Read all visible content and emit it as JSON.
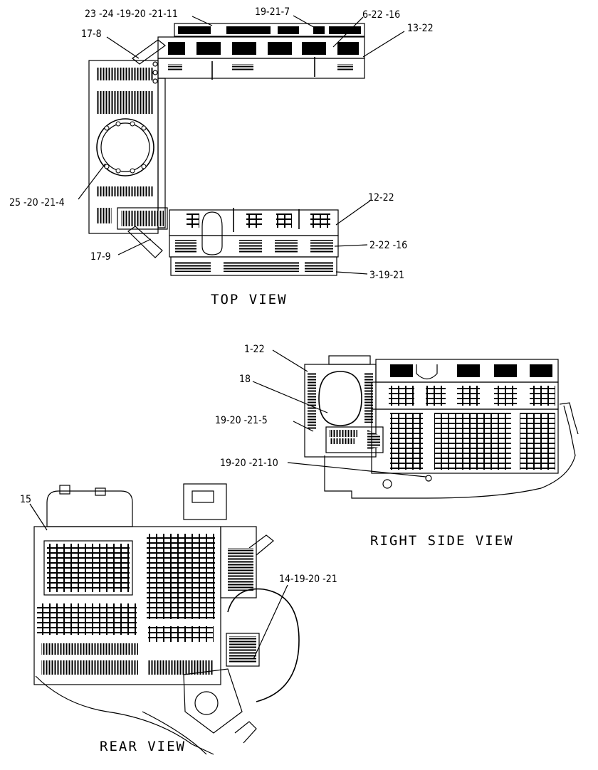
{
  "views": {
    "top": "TOP VIEW",
    "right_side": "RIGHT SIDE VIEW",
    "rear": "REAR VIEW"
  },
  "callouts": {
    "top": {
      "c1": "23 -24 -19-20 -21-11",
      "c2": "19-21-7",
      "c3": "6-22 -16",
      "c4": "13-22",
      "c5": "17-8",
      "c6": "25 -20 -21-4",
      "c7": "12-22",
      "c8": "2-22 -16",
      "c9": "17-9",
      "c10": "3-19-21"
    },
    "side": {
      "c1": "1-22",
      "c2": "18",
      "c3": "19-20 -21-5",
      "c4": "19-20 -21-10"
    },
    "rear": {
      "c1": "15",
      "c2": "14-19-20 -21"
    }
  }
}
